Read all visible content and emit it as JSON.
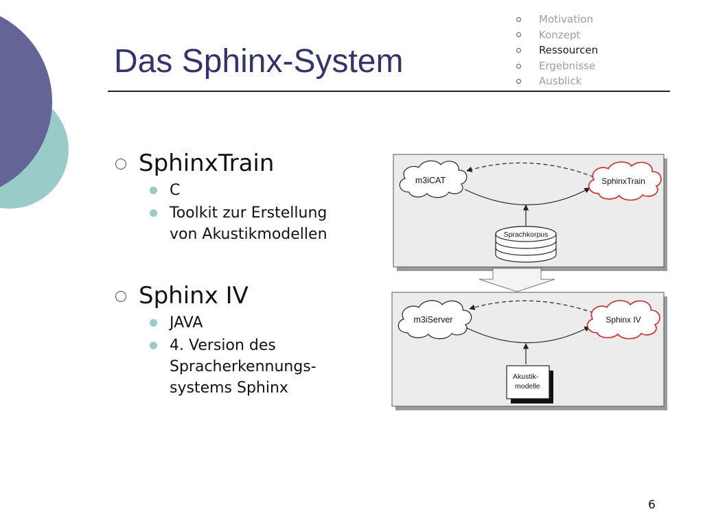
{
  "slide": {
    "title": "Das Sphinx-System",
    "page_number": "6"
  },
  "nav": {
    "items": [
      {
        "label": "Motivation",
        "active": false
      },
      {
        "label": "Konzept",
        "active": false
      },
      {
        "label": "Ressourcen",
        "active": true
      },
      {
        "label": "Ergebnisse",
        "active": false
      },
      {
        "label": "Ausblick",
        "active": false
      }
    ]
  },
  "content": {
    "sections": [
      {
        "heading": "SphinxTrain",
        "bullets": [
          {
            "lines": [
              "C"
            ]
          },
          {
            "lines": [
              "Toolkit zur Erstellung",
              "von Akustikmodellen"
            ]
          }
        ]
      },
      {
        "heading": "Sphinx IV",
        "bullets": [
          {
            "lines": [
              "JAVA"
            ]
          },
          {
            "lines": [
              "4. Version des",
              "Spracherkennungs-",
              "systems Sphinx"
            ]
          }
        ]
      }
    ]
  },
  "diagram": {
    "top_panel": {
      "left_cloud": "m3iCAT",
      "right_cloud": "SphinxTrain",
      "database": "Sprachkorpus"
    },
    "bottom_panel": {
      "left_cloud": "m3iServer",
      "right_cloud": "Sphinx IV",
      "document_lines": [
        "Akustik-",
        "modelle"
      ]
    }
  },
  "colors": {
    "title": "#33336e",
    "decor_dark": "#646497",
    "decor_teal": "#99ccc9",
    "cloud_red": "#dd2222"
  }
}
